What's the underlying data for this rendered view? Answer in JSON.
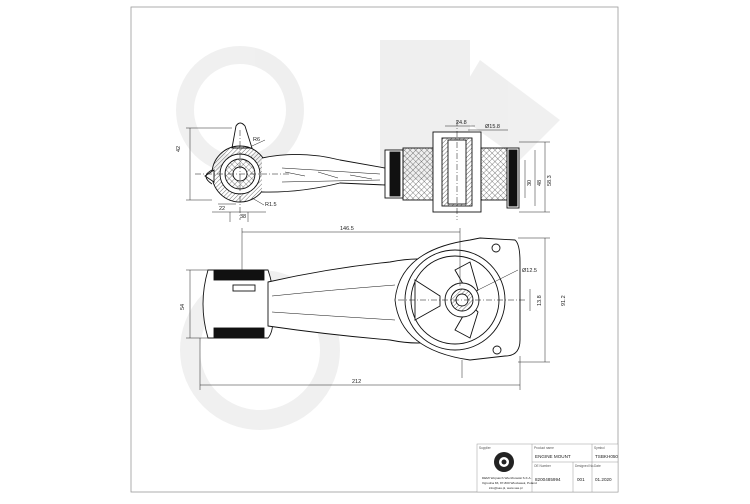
{
  "drawing": {
    "dimensions": {
      "height_42": "42",
      "r6": "R6",
      "r15": "R1.5",
      "d22": "22",
      "d38": "38",
      "d248": "24.8",
      "dia158": "Ø15.8",
      "d30": "30",
      "d48": "48",
      "d583": "58.3",
      "d1465": "146.5",
      "dia125": "Ø12.5",
      "d138": "13.8",
      "d912": "91.2",
      "d54": "54",
      "d212": "212"
    }
  },
  "title_block": {
    "supplier_label": "Supplier",
    "product_name_label": "Product name",
    "product_name": "ENGINE MOUNT",
    "symbol_label": "Symbol",
    "symbol": "TSBKH050",
    "oe_number_label": "OE Number",
    "oe_number": "8200485994",
    "drawn_by_label": "Designed No.",
    "drawn_by": "001",
    "date_label": "Date",
    "date": "01.2020",
    "company_line1": "DEMI Wojnarch Wierzbowski S.K.A.",
    "company_line2": "Ogrodna 83, 87-800 Wloclawek, Poland",
    "company_line3": "info@sas.pl, www.sas.pl"
  }
}
